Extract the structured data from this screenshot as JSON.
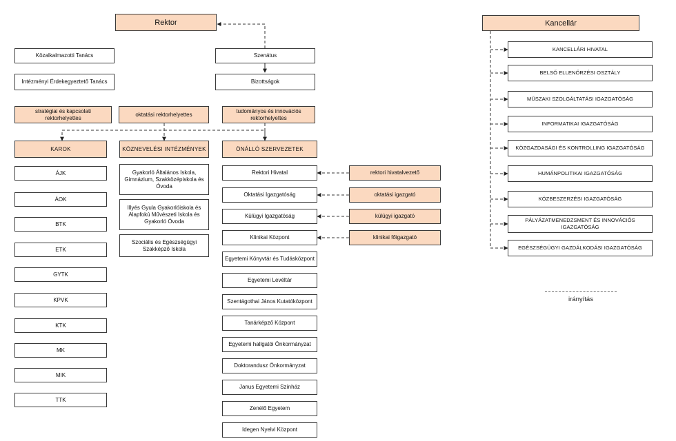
{
  "rektor": "Rektor",
  "kancellar": "Kancellár",
  "left_councils": [
    "Közalkalmazotti Tanács",
    "Intézményi Érdekegyeztető Tanács"
  ],
  "szenatus": "Szenátus",
  "bizottsagok": "Bizottságok",
  "vice_rectors": [
    "stratégiai és kapcsolati rektorhelyettes",
    "oktatási rektorhelyettes",
    "tudományos és innovációs rektorhelyettes"
  ],
  "karok": {
    "header": "KAROK",
    "items": [
      "ÁJK",
      "ÁOK",
      "BTK",
      "ETK",
      "GYTK",
      "KPVK",
      "KTK",
      "MK",
      "MIK",
      "TTK"
    ]
  },
  "kozneveles": {
    "header": "KÖZNEVELÉSI INTÉZMÉNYEK",
    "items": [
      "Gyakorló Általános Iskola, Gimnázium, Szakközépiskola és Óvoda",
      "Illyés Gyula Gyakorlóiskola és Alapfokú Művészeti Iskola és Gyakorló Óvoda",
      "Szociális és Egészségügyi Szakképző Iskola"
    ]
  },
  "onallo": {
    "header": "ÖNÁLLÓ SZERVEZETEK",
    "items": [
      "Rektori Hivatal",
      "Oktatási Igazgatóság",
      "Külügyi Igazgatóság",
      "Klinikai Központ",
      "Egyetemi Könyvtár és Tudásközpont",
      "Egyetemi Levéltár",
      "Szentágothai János Kutatóközpont",
      "Tanárképző Központ",
      "Egyetemi hallgatói Önkormányzat",
      "Doktorandusz Önkormányzat",
      "Janus Egyetemi Színház",
      "Zenélő Egyetem",
      "Idegen Nyelvi Központ"
    ]
  },
  "directors": [
    "rektori hivatalvezető",
    "oktatási igazgató",
    "külügyi igazgató",
    "klinikai főigazgató"
  ],
  "kancellar_units": [
    "KANCELLÁRI HIVATAL",
    "BELSŐ ELLENŐRZÉSI OSZTÁLY",
    "MŰSZAKI SZOLGÁLTATÁSI IGAZGATÓSÁG",
    "INFORMATIKAI IGAZGATÓSÁG",
    "KÖZGAZDASÁGI ÉS KONTROLLING IGAZGATÓSÁG",
    "HUMÁNPOLITIKAI IGAZGATÓSÁG",
    "KÖZBESZERZÉSI IGAZGATÓSÁG",
    "PÁLYÁZATMENEDZSMENT ÉS INNOVÁCIÓS IGAZGATÓSÁG",
    "EGÉSZSÉGÜGYI GAZDÁLKODÁSI IGAZGATÓSÁG"
  ],
  "legend": {
    "label": "irányítás"
  }
}
